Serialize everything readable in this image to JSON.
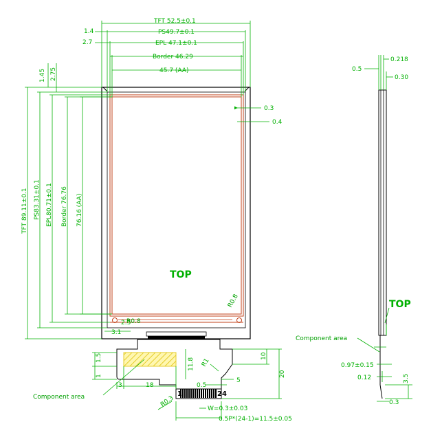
{
  "drawing": {
    "front_view": {
      "horizontal_dims": {
        "tft_width": "TFT 52.5±0.1",
        "ps_width": "PS49.7±0.1",
        "epl_width": "EPL 47.1±0.1",
        "border_width": "Border 46.29",
        "aa_width": "45.7 (AA)",
        "ps_offset": "1.4",
        "epl_offset": "2.7"
      },
      "vertical_dims": {
        "tft_height": "TFT 89.11±0.1",
        "ps_height": "PS83.31±0.1",
        "epl_height": "EPL80.71±0.1",
        "border_height": "Border 76.76",
        "aa_height": "76.16 (AA)",
        "offset_top_a": "1.45",
        "offset_top_b": "2.75"
      },
      "inner_margins": {
        "m1": "0.3",
        "m2": "0.4"
      },
      "corner_marks": {
        "hole_label_right": "R0.8",
        "hole_label_left": "R0.8",
        "bottom_left_a": "3.1",
        "bottom_left_b": "2.3"
      },
      "orientation_label": "TOP"
    },
    "fpc": {
      "dims": {
        "height_a": "1.5",
        "height_b": "1",
        "width_a": "3",
        "width_b": "18",
        "width_c": "11.8",
        "tail_len": "10",
        "total_len": "20",
        "step_a": "0.5",
        "step_b": "5",
        "radius_small": "R0.3",
        "radius_corner": "R1"
      },
      "pins": {
        "first": "1",
        "last": "24",
        "pin_width": "W=0.3±0.03",
        "pitch": "0.5P*(24-1)=11.5±0.05"
      },
      "component_area_label": "Component area"
    },
    "side_view": {
      "dims": {
        "d1": "0.218",
        "d2": "0.5",
        "d3": "0.30",
        "thickness": "0.97±0.15",
        "d4": "0.12",
        "d5": "3.5",
        "d6": "0.3"
      },
      "orientation_label": "TOP",
      "component_area_label": "Component area"
    },
    "colors": {
      "outline": "#000000",
      "dimension": "#00b000",
      "active_area": "#c2411a",
      "component_hatch": "#e5cc2a"
    }
  }
}
